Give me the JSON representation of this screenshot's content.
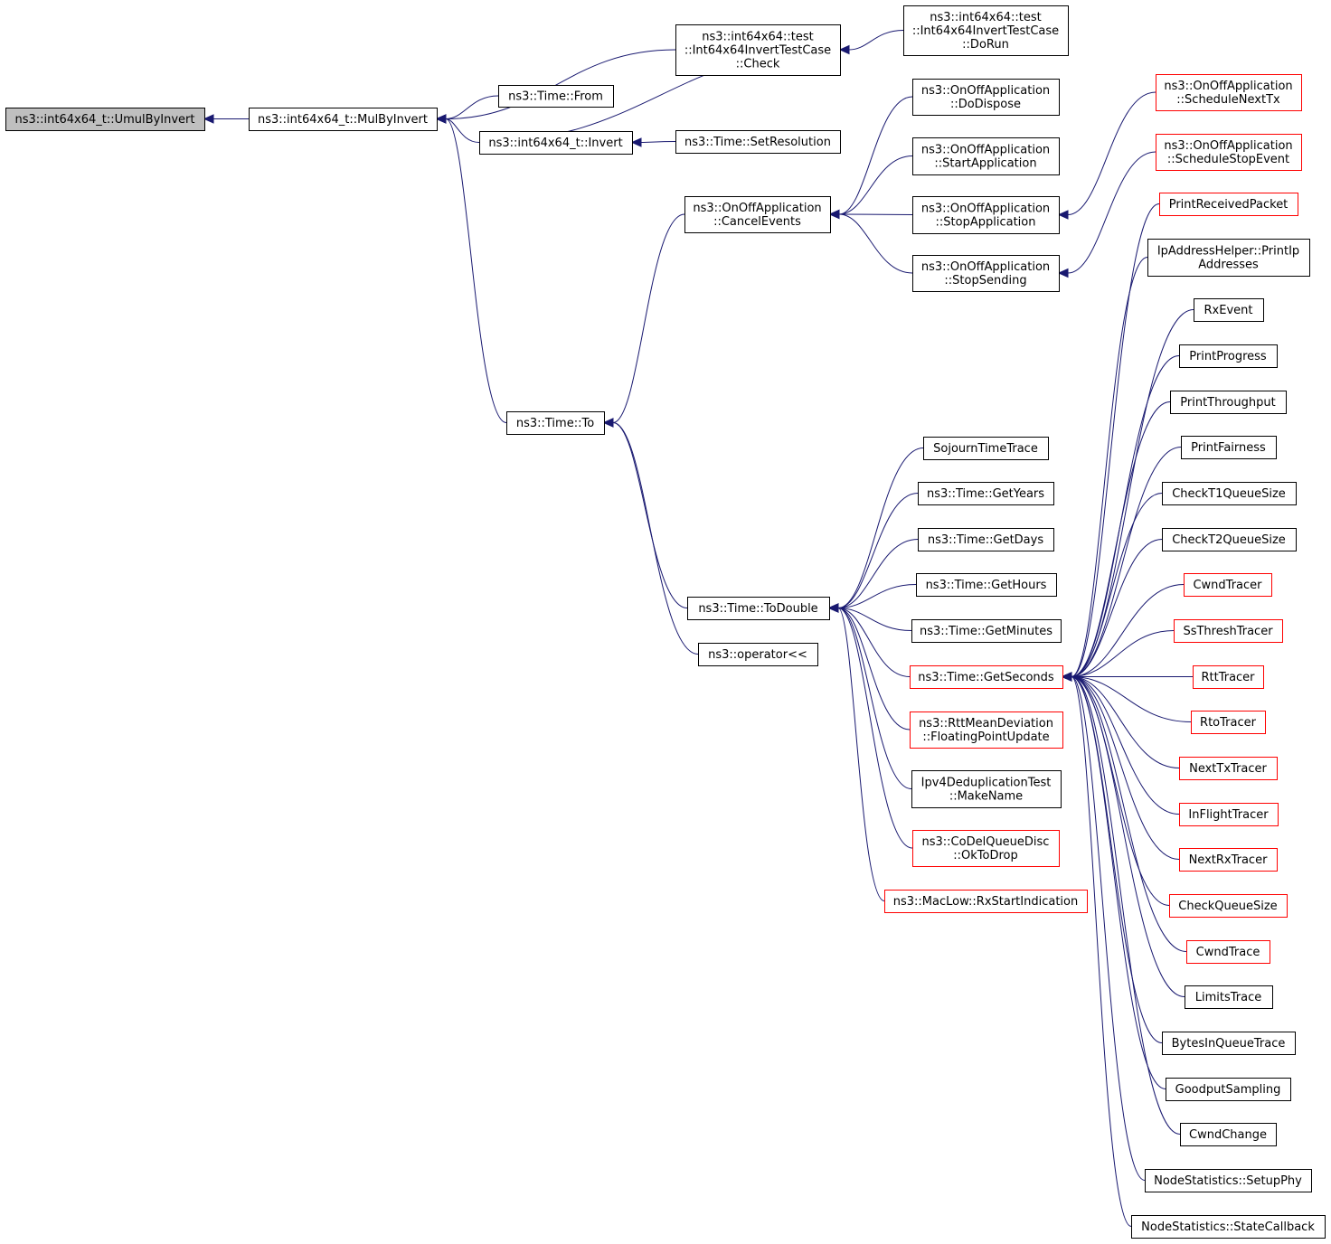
{
  "colors": {
    "edge": "#191970",
    "root_fill": "#bfbfbf",
    "truncated_border": "#ff0000",
    "border": "#000000"
  },
  "nodes": {
    "n0": {
      "lines": [
        "ns3::int64x64_t::UmulByInvert"
      ]
    },
    "n1": {
      "lines": [
        "ns3::int64x64_t::MulByInvert"
      ]
    },
    "n2": {
      "lines": [
        "ns3::int64x64::test",
        "::Int64x64InvertTestCase",
        "::Check"
      ]
    },
    "n3": {
      "lines": [
        "ns3::int64x64::test",
        "::Int64x64InvertTestCase",
        "::DoRun"
      ]
    },
    "n4": {
      "lines": [
        "ns3::Time::From"
      ]
    },
    "n5": {
      "lines": [
        "ns3::int64x64_t::Invert"
      ]
    },
    "n6": {
      "lines": [
        "ns3::Time::SetResolution"
      ]
    },
    "n7": {
      "lines": [
        "ns3::OnOffApplication",
        "::DoDispose"
      ]
    },
    "n8": {
      "lines": [
        "ns3::OnOffApplication",
        "::ScheduleNextTx"
      ],
      "truncated": true
    },
    "n9": {
      "lines": [
        "ns3::OnOffApplication",
        "::StartApplication"
      ]
    },
    "n10": {
      "lines": [
        "ns3::OnOffApplication",
        "::ScheduleStopEvent"
      ],
      "truncated": true
    },
    "n11": {
      "lines": [
        "ns3::OnOffApplication",
        "::CancelEvents"
      ]
    },
    "n12": {
      "lines": [
        "ns3::OnOffApplication",
        "::StopApplication"
      ]
    },
    "n13": {
      "lines": [
        "PrintReceivedPacket"
      ],
      "truncated": true
    },
    "n14": {
      "lines": [
        "ns3::OnOffApplication",
        "::StopSending"
      ]
    },
    "n15": {
      "lines": [
        "IpAddressHelper::PrintIp",
        "Addresses"
      ]
    },
    "n16": {
      "lines": [
        "RxEvent"
      ]
    },
    "n17": {
      "lines": [
        "PrintProgress"
      ]
    },
    "n18": {
      "lines": [
        "PrintThroughput"
      ]
    },
    "n19": {
      "lines": [
        "ns3::Time::To"
      ]
    },
    "n20": {
      "lines": [
        "SojournTimeTrace"
      ]
    },
    "n21": {
      "lines": [
        "PrintFairness"
      ]
    },
    "n22": {
      "lines": [
        "ns3::Time::GetYears"
      ]
    },
    "n23": {
      "lines": [
        "CheckT1QueueSize"
      ]
    },
    "n24": {
      "lines": [
        "ns3::Time::GetDays"
      ]
    },
    "n25": {
      "lines": [
        "CheckT2QueueSize"
      ]
    },
    "n26": {
      "lines": [
        "ns3::Time::GetHours"
      ]
    },
    "n27": {
      "lines": [
        "CwndTracer"
      ],
      "truncated": true
    },
    "n28": {
      "lines": [
        "ns3::Time::ToDouble"
      ]
    },
    "n29": {
      "lines": [
        "ns3::Time::GetMinutes"
      ]
    },
    "n30": {
      "lines": [
        "SsThreshTracer"
      ],
      "truncated": true
    },
    "n31": {
      "lines": [
        "ns3::operator<<"
      ]
    },
    "n32": {
      "lines": [
        "ns3::Time::GetSeconds"
      ],
      "truncated": true
    },
    "n33": {
      "lines": [
        "RttTracer"
      ],
      "truncated": true
    },
    "n34": {
      "lines": [
        "RtoTracer"
      ],
      "truncated": true
    },
    "n35": {
      "lines": [
        "ns3::RttMeanDeviation",
        "::FloatingPointUpdate"
      ],
      "truncated": true
    },
    "n36": {
      "lines": [
        "NextTxTracer"
      ],
      "truncated": true
    },
    "n37": {
      "lines": [
        "Ipv4DeduplicationTest",
        "::MakeName"
      ]
    },
    "n38": {
      "lines": [
        "InFlightTracer"
      ],
      "truncated": true
    },
    "n39": {
      "lines": [
        "ns3::CoDelQueueDisc",
        "::OkToDrop"
      ],
      "truncated": true
    },
    "n40": {
      "lines": [
        "NextRxTracer"
      ],
      "truncated": true
    },
    "n41": {
      "lines": [
        "ns3::MacLow::RxStartIndication"
      ],
      "truncated": true
    },
    "n42": {
      "lines": [
        "CheckQueueSize"
      ],
      "truncated": true
    },
    "n43": {
      "lines": [
        "CwndTrace"
      ],
      "truncated": true
    },
    "n44": {
      "lines": [
        "LimitsTrace"
      ]
    },
    "n45": {
      "lines": [
        "BytesInQueueTrace"
      ]
    },
    "n46": {
      "lines": [
        "GoodputSampling"
      ]
    },
    "n47": {
      "lines": [
        "CwndChange"
      ]
    },
    "n48": {
      "lines": [
        "NodeStatistics::SetupPhy"
      ]
    },
    "n49": {
      "lines": [
        "NodeStatistics::StateCallback"
      ]
    }
  },
  "edges": [
    [
      "n1",
      "n0"
    ],
    [
      "n2",
      "n1"
    ],
    [
      "n4",
      "n1"
    ],
    [
      "n5",
      "n1"
    ],
    [
      "n19",
      "n1"
    ],
    [
      "n3",
      "n2"
    ],
    [
      "n5",
      "n2"
    ],
    [
      "n6",
      "n5"
    ],
    [
      "n11",
      "n19"
    ],
    [
      "n28",
      "n19"
    ],
    [
      "n31",
      "n19"
    ],
    [
      "n7",
      "n11"
    ],
    [
      "n9",
      "n11"
    ],
    [
      "n12",
      "n11"
    ],
    [
      "n14",
      "n11"
    ],
    [
      "n8",
      "n12"
    ],
    [
      "n10",
      "n14"
    ],
    [
      "n20",
      "n28"
    ],
    [
      "n22",
      "n28"
    ],
    [
      "n24",
      "n28"
    ],
    [
      "n26",
      "n28"
    ],
    [
      "n29",
      "n28"
    ],
    [
      "n32",
      "n28"
    ],
    [
      "n35",
      "n28"
    ],
    [
      "n37",
      "n28"
    ],
    [
      "n39",
      "n28"
    ],
    [
      "n41",
      "n28"
    ],
    [
      "n13",
      "n32"
    ],
    [
      "n15",
      "n32"
    ],
    [
      "n16",
      "n32"
    ],
    [
      "n17",
      "n32"
    ],
    [
      "n18",
      "n32"
    ],
    [
      "n21",
      "n32"
    ],
    [
      "n23",
      "n32"
    ],
    [
      "n25",
      "n32"
    ],
    [
      "n27",
      "n32"
    ],
    [
      "n30",
      "n32"
    ],
    [
      "n33",
      "n32"
    ],
    [
      "n34",
      "n32"
    ],
    [
      "n36",
      "n32"
    ],
    [
      "n38",
      "n32"
    ],
    [
      "n40",
      "n32"
    ],
    [
      "n42",
      "n32"
    ],
    [
      "n43",
      "n32"
    ],
    [
      "n44",
      "n32"
    ],
    [
      "n45",
      "n32"
    ],
    [
      "n46",
      "n32"
    ],
    [
      "n47",
      "n32"
    ],
    [
      "n48",
      "n32"
    ],
    [
      "n49",
      "n32"
    ]
  ]
}
